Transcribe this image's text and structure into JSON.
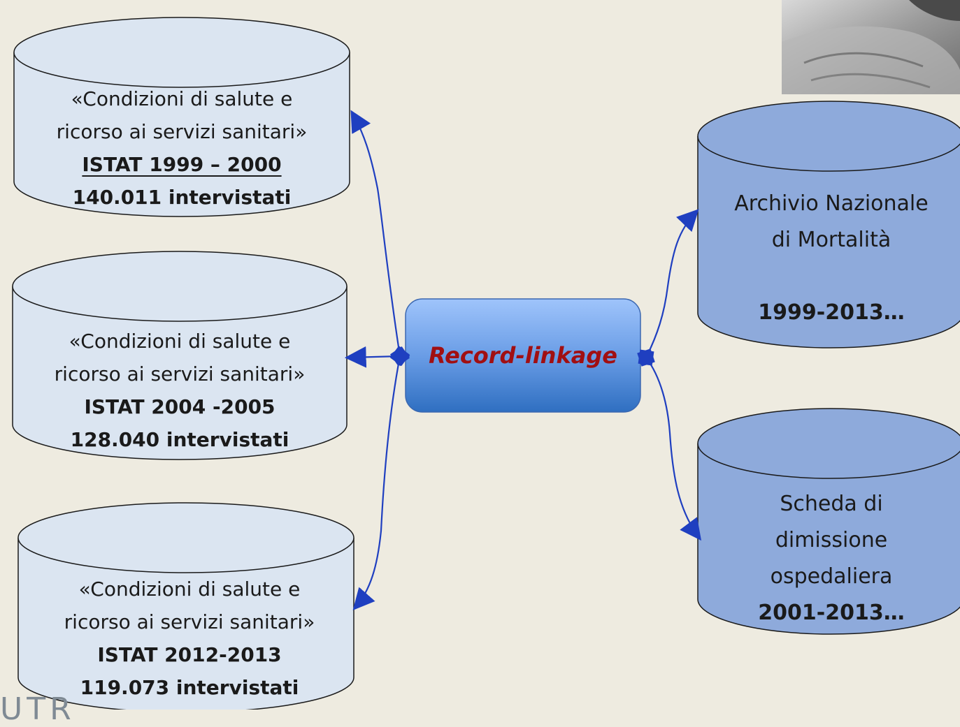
{
  "left_db": [
    {
      "line1": "«Condizioni di salute e",
      "line2": "ricorso ai servizi sanitari»",
      "period": "ISTAT 1999 – 2000",
      "respondents": "140.011 intervistati"
    },
    {
      "line1": "«Condizioni di salute e",
      "line2": "ricorso ai servizi sanitari»",
      "period": "ISTAT 2004 -2005",
      "respondents": "128.040 intervistati"
    },
    {
      "line1": "«Condizioni di salute e",
      "line2": "ricorso ai servizi sanitari»",
      "period": "ISTAT 2012-2013",
      "respondents": "119.073 intervistati"
    }
  ],
  "hub": {
    "label": "Record-linkage"
  },
  "right_db": [
    {
      "line1": "Archivio Nazionale",
      "line2": "di Mortalità",
      "years": "1999-2013…"
    },
    {
      "line1": "Scheda di",
      "line2": "dimissione",
      "line3": "ospedaliera",
      "years": "2001-2013…"
    }
  ],
  "watermark": "UTR",
  "colors": {
    "background": "#eeebe0",
    "left_cylinder_fill": "#dbe5f1",
    "right_cylinder_fill": "#8eaadb",
    "hub_top": "#9fc4fb",
    "hub_bottom": "#2f6fc1",
    "hub_text": "#a10f12",
    "connector": "#1f3fc0"
  }
}
